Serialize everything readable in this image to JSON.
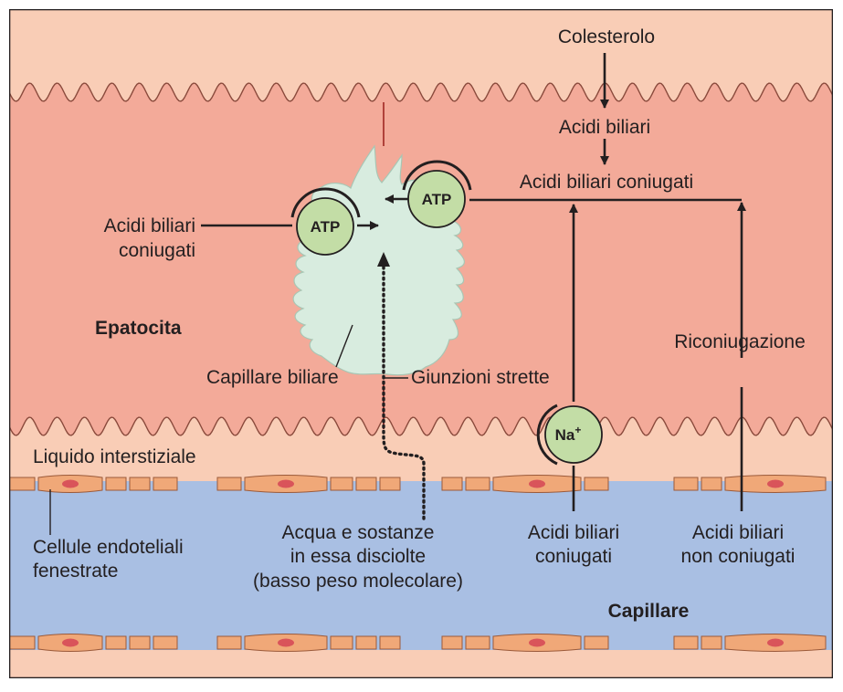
{
  "colors": {
    "background": "#f9cdb6",
    "cell": "#f3aa99",
    "canaliculus": "#d8ecdf",
    "capillary": "#a9bfe3",
    "endothelium": "#f0a878",
    "nucleus": "#d9545a",
    "transporter": "#c3dda6",
    "line": "#231f20"
  },
  "labels": {
    "cholesterol": "Colesterolo",
    "bile_acids": "Acidi biliari",
    "conjugated_top": "Acidi biliari coniugati",
    "conjugated_left_1": "Acidi biliari",
    "conjugated_left_2": "coniugati",
    "hepatocyte": "Epatocita",
    "reconjugation": "Riconiugazione",
    "bile_capillary": "Capillare biliare",
    "tight_junctions": "Giunzioni strette",
    "interstitial_fluid": "Liquido interstiziale",
    "endothelial_1": "Cellule endoteliali",
    "endothelial_2": "fenestrate",
    "water_1": "Acqua e  sostanze",
    "water_2": "in essa  disciolte",
    "water_3": "(basso peso molecolare)",
    "conj_bottom_1": "Acidi biliari",
    "conj_bottom_2": "coniugati",
    "unconj_1": "Acidi biliari",
    "unconj_2": "non coniugati",
    "capillary": "Capillare"
  },
  "transporters": {
    "atp_left": "ATP",
    "atp_right": "ATP",
    "sodium": "Na",
    "sodium_sup": "+"
  }
}
